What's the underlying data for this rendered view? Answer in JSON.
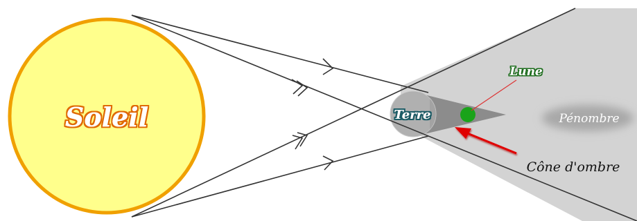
{
  "labels": {
    "sun": "Soleil",
    "earth": "Terre",
    "moon": "Lune",
    "penumbra": "Pénombre",
    "umbra_cone": "Cône d'ombre"
  },
  "colors": {
    "background": "#ffffff",
    "sun_fill": "#ffff8c",
    "sun_outline": "#f0a000",
    "sun_label": "#ffffff",
    "sun_label_glow": "#e06a00",
    "penumbra": "#d3d3d3",
    "umbra": "#8c8c8c",
    "earth_fill": "#b0b0b0",
    "earth_label": "#ffffff",
    "earth_label_glow": "#1f5c66",
    "moon": "#1aa31a",
    "moon_label": "#ffffff",
    "moon_label_glow": "#1b6d1b",
    "penumbra_label": "#ffffff",
    "arrow": "#e00000",
    "leader_line": "#dd3333",
    "rays": "#333333"
  }
}
